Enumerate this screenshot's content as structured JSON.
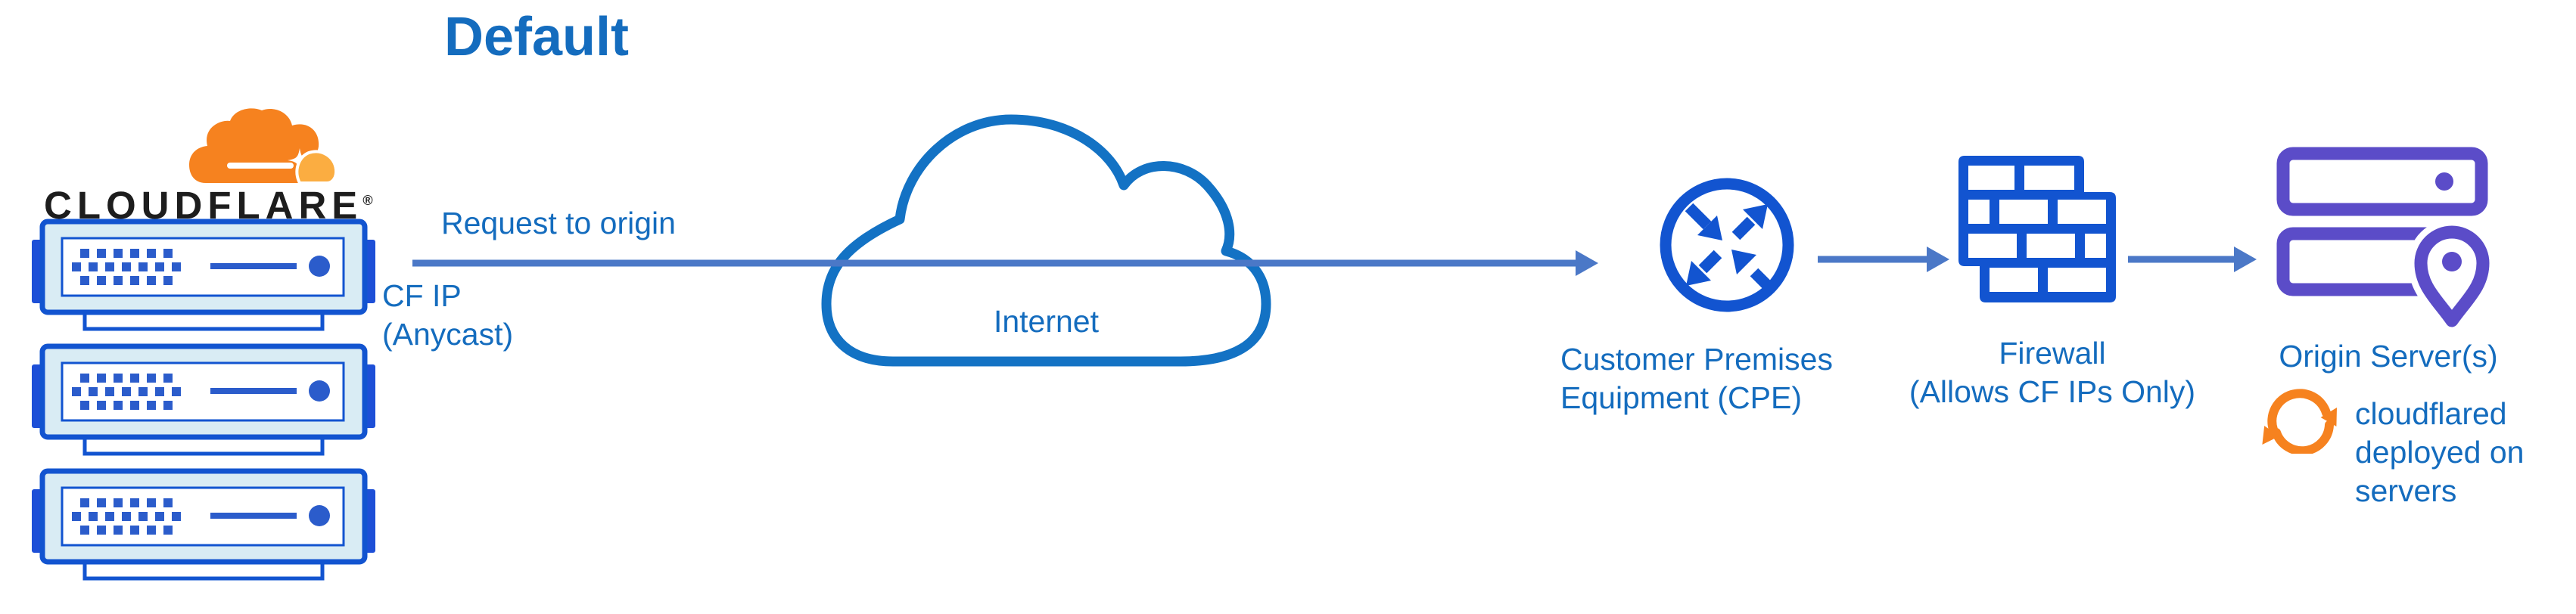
{
  "title": "Default",
  "brand": {
    "wordmark": "CLOUDFLARE",
    "registered": "®"
  },
  "flow": {
    "request_label": "Request to origin",
    "cf_ip_line1": "CF IP",
    "cf_ip_line2": "(Anycast)"
  },
  "internet_label": "Internet",
  "cpe": {
    "line1": "Customer Premises",
    "line2": "Equipment (CPE)"
  },
  "firewall": {
    "line1": "Firewall",
    "line2": "(Allows CF IPs Only)"
  },
  "origin": {
    "label": "Origin Server(s)",
    "note_line1": "cloudflared",
    "note_line2": "deployed on",
    "note_line3": "servers"
  },
  "colors": {
    "blue_text": "#146cbe",
    "slate_arrow": "#4b78c7",
    "royal": "#1254d0",
    "cloud_stroke": "#1372c4",
    "server_fill": "#d9ecf4",
    "server_tab": "#1d4fd7",
    "server_detail": "#2b5ccb",
    "purple": "#5b4cc8",
    "orange": "#f6821f",
    "orange_light": "#fbad41",
    "ink": "#1d1d1d"
  }
}
